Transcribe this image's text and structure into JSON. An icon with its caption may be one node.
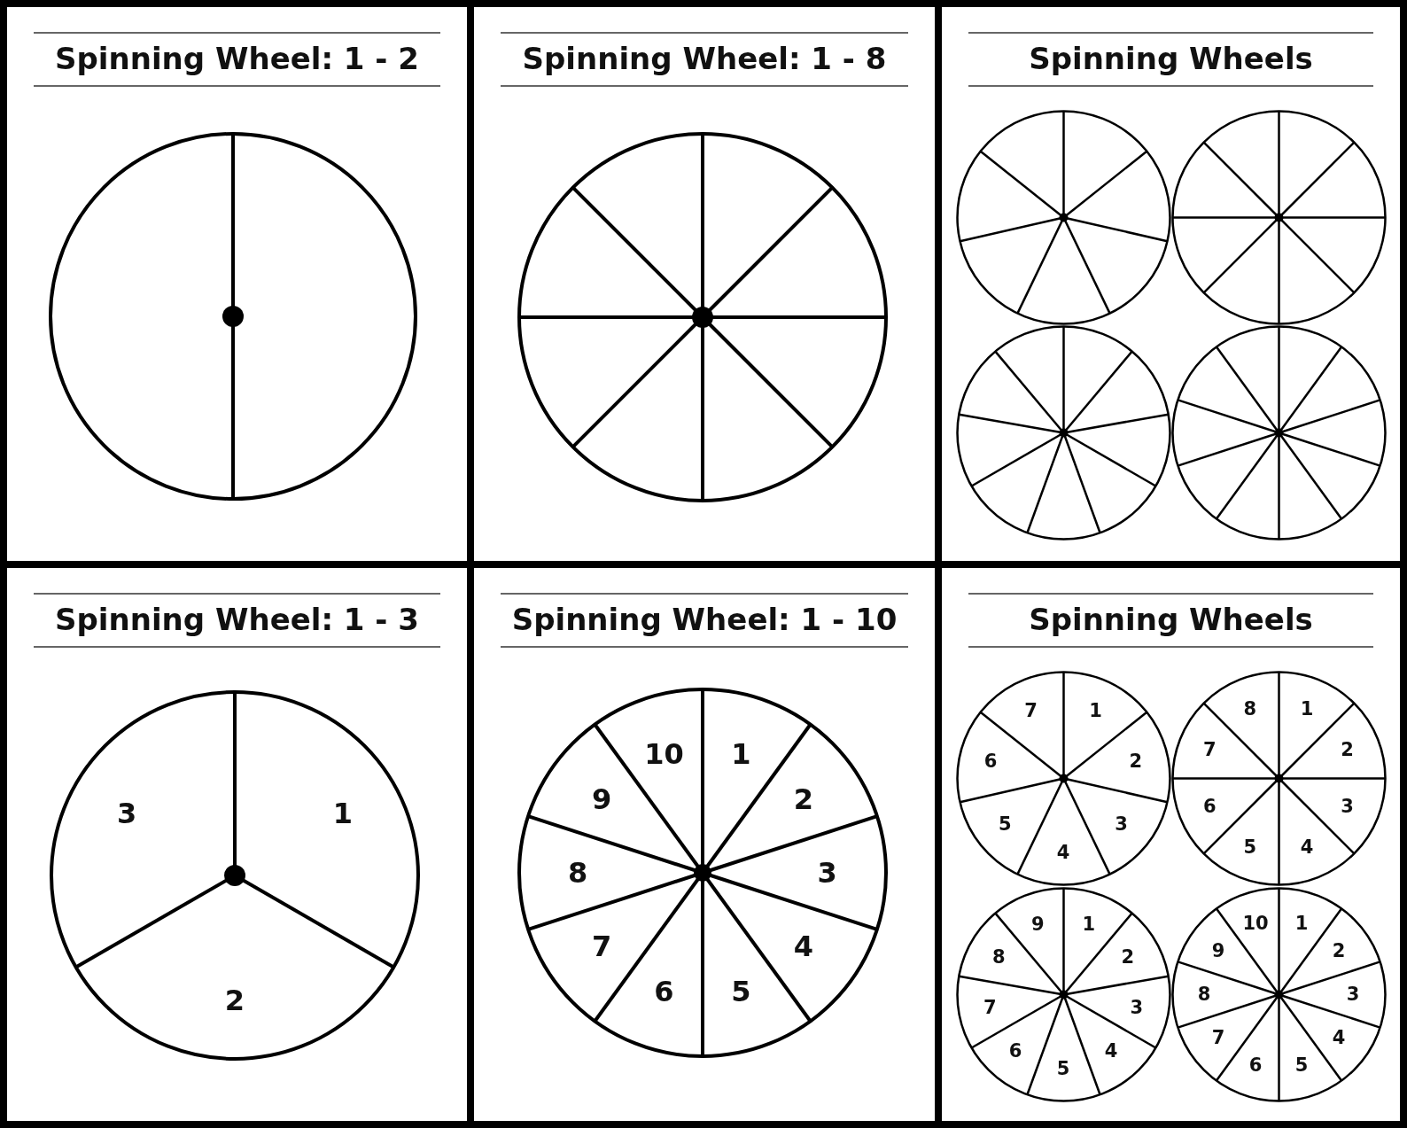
{
  "diagram": {
    "nodes": [
      {
        "text": [
          "Spinning Wheel: 1 - 2"
        ]
      },
      {
        "text": [],
        "shape": "circle",
        "in": 0
      },
      {
        "text": [
          "Spinning Wheel: 1 - 8"
        ]
      },
      {
        "text": [],
        "shape": "circle",
        "in": 2
      },
      {
        "text": [
          "Spinning Wheels"
        ]
      },
      {
        "text": [],
        "shape": "circle",
        "in": 4
      },
      {
        "text": [],
        "shape": "circle",
        "in": 4
      },
      {
        "text": [],
        "shape": "circle",
        "in": 4
      },
      {
        "text": [],
        "shape": "circle",
        "in": 4
      },
      {
        "text": [
          "Spinning Wheel: 1 - 3"
        ]
      },
      {
        "text": [
          "1",
          "2",
          "3"
        ],
        "in": 9
      },
      {
        "text": [
          "Spinning Wheel: 1 - 10"
        ]
      },
      {
        "text": [
          "1",
          "2",
          "3",
          "4",
          "5",
          "6",
          "7",
          "8",
          "9",
          "10"
        ],
        "in": 11
      },
      {
        "text": [
          "Spinning Wheels"
        ]
      },
      {
        "text": [
          "1",
          "2",
          "3",
          "4",
          "5",
          "6",
          "7"
        ],
        "in": 13
      },
      {
        "text": [
          "1",
          "2",
          "3",
          "4",
          "5",
          "6",
          "7",
          "8"
        ],
        "in": 13
      },
      {
        "text": [
          "1",
          "2",
          "3",
          "4",
          "5",
          "6",
          "7",
          "8",
          "9"
        ],
        "in": 13
      },
      {
        "text": [
          "1",
          "2",
          "3",
          "4",
          "5",
          "6",
          "7",
          "8",
          "9",
          "10"
        ],
        "in": 13
      }
    ],
    "edges": []
  }
}
